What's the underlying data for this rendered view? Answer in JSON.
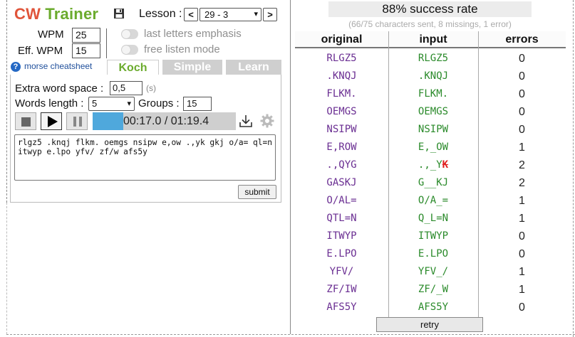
{
  "app": {
    "title_cw": "CW",
    "title_trainer": "Trainer"
  },
  "lesson": {
    "label": "Lesson :",
    "prev": "<",
    "next": ">",
    "value": "29 - 3"
  },
  "settings": {
    "wpm_label": "WPM",
    "wpm_value": "25",
    "eff_wpm_label": "Eff. WPM",
    "eff_wpm_value": "15",
    "toggle1_label": "last letters emphasis",
    "toggle2_label": "free listen mode"
  },
  "help": {
    "icon": "?",
    "cheatsheet": "morse cheatsheet"
  },
  "tabs": [
    {
      "label": "Koch"
    },
    {
      "label": "Simple"
    },
    {
      "label": "Learn"
    }
  ],
  "koch": {
    "extra_space_label": "Extra word space :",
    "extra_space_value": "0,5",
    "extra_space_unit": "(s)",
    "words_length_label": "Words length :",
    "words_length_value": "5",
    "groups_label": "Groups :",
    "groups_value": "15"
  },
  "player": {
    "time": "00:17.0 / 01:19.4",
    "progress_fraction": 0.214
  },
  "typed_text": "rlgz5 .knqj flkm. oemgs nsipw e,ow .,yk gkj o/a= ql=n itwyp e.lpo yfv/ zf/w afs5y",
  "submit_label": "submit",
  "results": {
    "success": "88% success rate",
    "summary": "(66/75 characters sent, 8 missings, 1 error)",
    "headers": [
      "original",
      "input",
      "errors"
    ],
    "rows": [
      {
        "original": "RLGZ5",
        "input": "RLGZ5",
        "bad": "",
        "errors": "0"
      },
      {
        "original": ".KNQJ",
        "input": ".KNQJ",
        "bad": "",
        "errors": "0"
      },
      {
        "original": "FLKM.",
        "input": "FLKM.",
        "bad": "",
        "errors": "0"
      },
      {
        "original": "OEMGS",
        "input": "OEMGS",
        "bad": "",
        "errors": "0"
      },
      {
        "original": "NSIPW",
        "input": "NSIPW",
        "bad": "",
        "errors": "0"
      },
      {
        "original": "E,ROW",
        "input": "E,_OW",
        "bad": "",
        "errors": "1"
      },
      {
        "original": ".,QYG",
        "input": ".,_Y",
        "bad": "K",
        "errors": "2"
      },
      {
        "original": "GASKJ",
        "input": "G__KJ",
        "bad": "",
        "errors": "2"
      },
      {
        "original": "O/AL=",
        "input": "O/A_=",
        "bad": "",
        "errors": "1"
      },
      {
        "original": "QTL=N",
        "input": "Q_L=N",
        "bad": "",
        "errors": "1"
      },
      {
        "original": "ITWYP",
        "input": "ITWYP",
        "bad": "",
        "errors": "0"
      },
      {
        "original": "E.LPO",
        "input": "E.LPO",
        "bad": "",
        "errors": "0"
      },
      {
        "original": "YFV/",
        "input": "YFV_/",
        "bad": "",
        "errors": "1"
      },
      {
        "original": "ZF/IW",
        "input": "ZF/_W",
        "bad": "",
        "errors": "1"
      },
      {
        "original": "AFS5Y",
        "input": "AFS5Y",
        "bad": "",
        "errors": "0"
      }
    ],
    "retry": "retry"
  },
  "colors": {
    "cw": "#e0543a",
    "trainer": "#6bab2d",
    "accent": "#4fa8dc",
    "error": "#e02020"
  }
}
